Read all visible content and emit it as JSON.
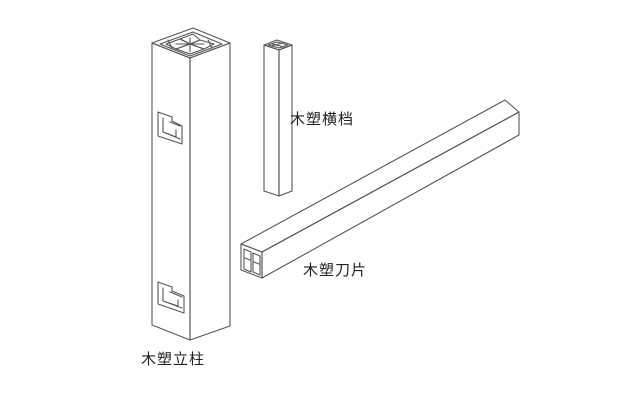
{
  "labels": {
    "post": "木塑立柱",
    "rail": "木塑横档",
    "blade": "木塑刀片"
  }
}
